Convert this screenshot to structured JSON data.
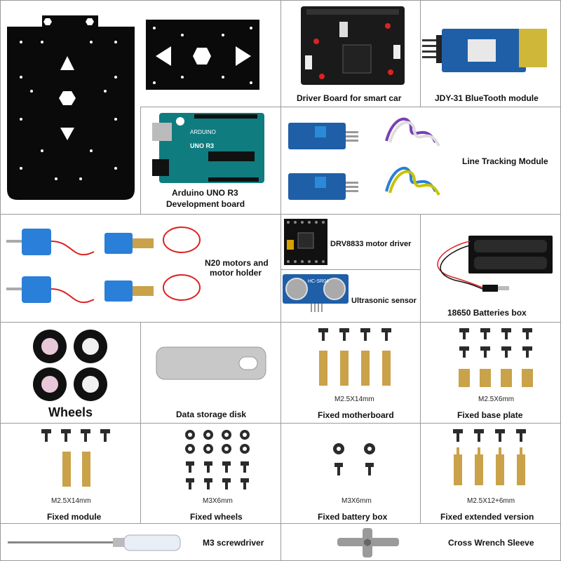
{
  "labels": {
    "driver_board": "Driver Board for smart car",
    "bluetooth": "JDY-31 BlueTooth module",
    "arduino_line1": "Arduino UNO R3",
    "arduino_line2": "Development board",
    "line_tracking": "Line Tracking Module",
    "motors_line1": "N20 motors and",
    "motors_line2": "motor holder",
    "motor_driver": "DRV8833 motor driver",
    "ultrasonic": "Ultrasonic sensor",
    "battery_box": "18650 Batteries box",
    "wheels": "Wheels",
    "storage_disk": "Data storage disk",
    "fixed_motherboard": "Fixed motherboard",
    "fixed_base_plate": "Fixed base plate",
    "fixed_module": "Fixed module",
    "fixed_wheels": "Fixed wheels",
    "fixed_battery_box": "Fixed battery box",
    "fixed_extended": "Fixed extended version",
    "screwdriver": "M3 screwdriver",
    "wrench": "Cross Wrench Sleeve"
  },
  "specs": {
    "fixed_motherboard": "M2.5X14mm",
    "fixed_base_plate": "M2.5X6mm",
    "fixed_module": "M2.5X14mm",
    "fixed_wheels": "M3X6mm",
    "fixed_battery_box": "M3X6mm",
    "fixed_extended": "M2.5X12+6mm"
  },
  "board_text": {
    "arduino_brand": "ARDUINO",
    "arduino_model": "UNO R3",
    "sensor_model": "HC-SR04"
  },
  "colors": {
    "chassis": "#0a0a0a",
    "arduino_pcb": "#0f7c80",
    "sensor_pcb": "#1f5fa8",
    "motor_holder": "#2a7fd8",
    "brass": "#c9a24a",
    "screw": "#2b2b2b",
    "border": "#9a9a9a"
  }
}
